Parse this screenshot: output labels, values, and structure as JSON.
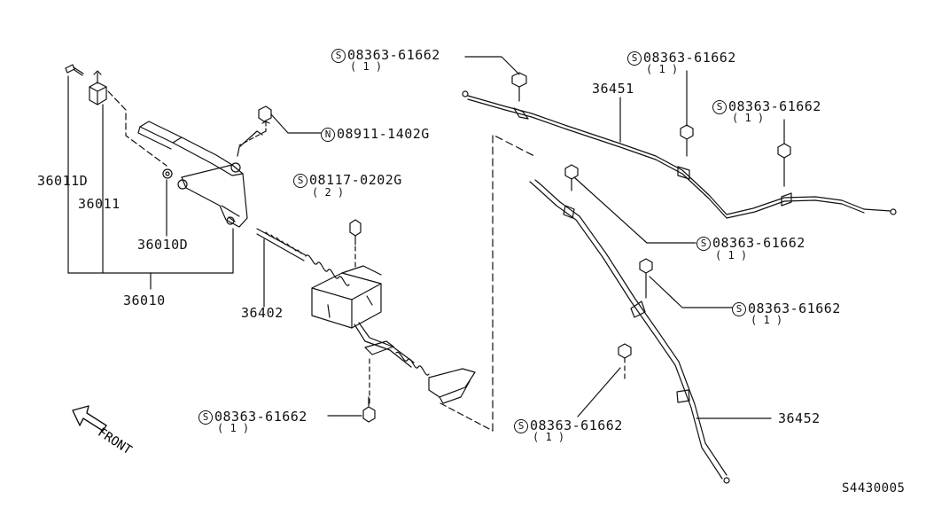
{
  "callouts": [
    {
      "part": "36011D"
    },
    {
      "part": "36011"
    },
    {
      "part": "36010D"
    },
    {
      "part": "36010"
    },
    {
      "part": "36402"
    },
    {
      "part": "36451"
    },
    {
      "part": "36452"
    },
    {
      "prefix": "N",
      "part": "08911-1402G"
    },
    {
      "prefix": "S",
      "part": "08117-0202G",
      "qty": "( 2 )"
    },
    {
      "prefix": "S",
      "part": "08363-61662",
      "qty": "( 1 )"
    },
    {
      "prefix": "S",
      "part": "08363-61662",
      "qty": "( 1 )"
    },
    {
      "prefix": "S",
      "part": "08363-61662",
      "qty": "( 1 )"
    },
    {
      "prefix": "S",
      "part": "08363-61662",
      "qty": "( 1 )"
    },
    {
      "prefix": "S",
      "part": "08363-61662",
      "qty": "( 1 )"
    },
    {
      "prefix": "S",
      "part": "08363-61662",
      "qty": "( 1 )"
    },
    {
      "prefix": "S",
      "part": "08363-61662",
      "qty": "( 1 )"
    }
  ],
  "front_label": "FRONT",
  "diagram_code": "S4430005"
}
